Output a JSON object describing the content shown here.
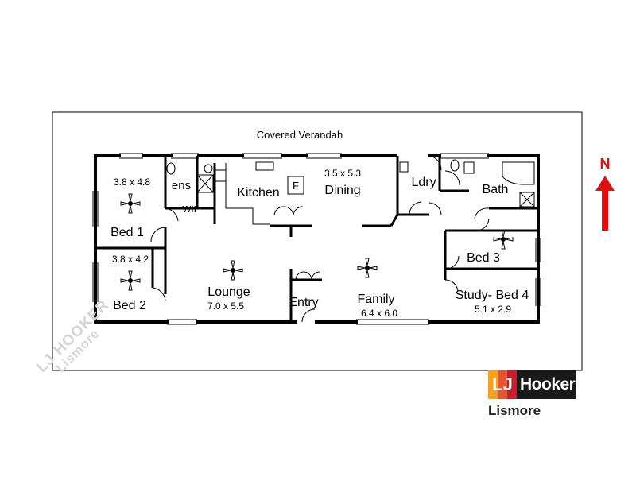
{
  "plan": {
    "verandah": "Covered Verandah",
    "north": "N"
  },
  "rooms": {
    "bed1": {
      "name": "Bed 1",
      "dims": "3.8 x 4.8"
    },
    "ens": {
      "name": "ens"
    },
    "wir": {
      "name": "wir"
    },
    "kitchen": {
      "name": "Kitchen",
      "fridge": "F"
    },
    "dining": {
      "name": "Dining",
      "dims": "3.5 x 5.3"
    },
    "ldry": {
      "name": "Ldry"
    },
    "bath": {
      "name": "Bath"
    },
    "bed2": {
      "name": "Bed 2",
      "dims": "3.8 x 4.2"
    },
    "lounge": {
      "name": "Lounge",
      "dims": "7.0 x 5.5"
    },
    "entry": {
      "name": "Entry"
    },
    "family": {
      "name": "Family",
      "dims": "6.4 x 6.0"
    },
    "bed3": {
      "name": "Bed 3"
    },
    "study": {
      "name": "Study- Bed 4",
      "dims": "5.1 x 2.9"
    }
  },
  "branding": {
    "watermark_line1": "LJ HOOKER",
    "watermark_line2": "Lismore",
    "logo_mark": "LJ",
    "logo_word": "Hooker",
    "office": "Lismore"
  },
  "colors": {
    "wall": "#000000",
    "north_arrow": "#e01010",
    "brand_red": "#c81d2b",
    "brand_dark": "#1a1a1a"
  }
}
